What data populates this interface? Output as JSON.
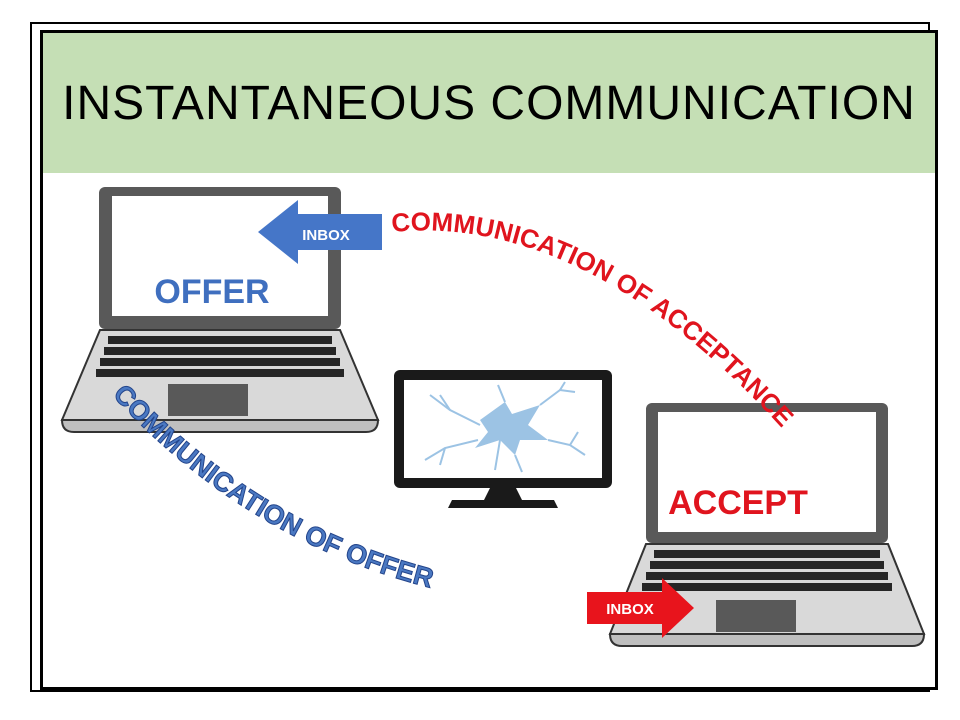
{
  "title": "INSTANTANEOUS COMMUNICATION",
  "laptop_left": {
    "screen_text": "OFFER",
    "inbox_label": "INBOX"
  },
  "laptop_right": {
    "screen_text": "ACCEPT",
    "inbox_label": "INBOX"
  },
  "arc_top": {
    "text": "COMMUNICATION OF ACCEPTANCE",
    "color": "#e0141e"
  },
  "arc_bottom": {
    "text": "COMMUNICATION OF OFFER",
    "color": "#4a78c2"
  },
  "colors": {
    "header_bg": "#c5dfb5",
    "offer_blue": "#3f6fbf",
    "accept_red": "#e0141e",
    "laptop_body": "#d9d9d9"
  },
  "icons": [
    "laptop-icon",
    "monitor-icon",
    "broken-screen-icon",
    "arrow-left-icon",
    "arrow-right-icon"
  ]
}
